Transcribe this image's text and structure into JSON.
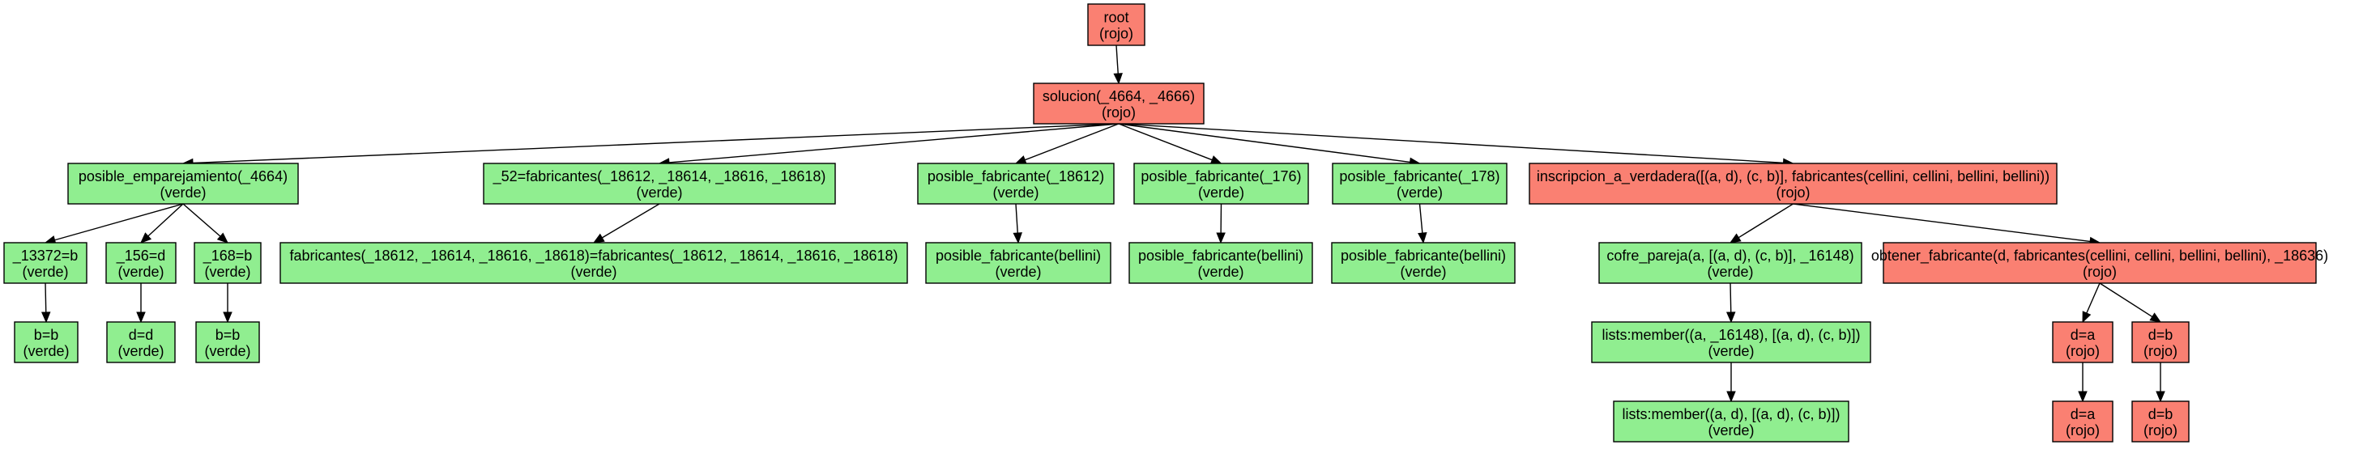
{
  "colors": {
    "rojo": "#fa8072",
    "verde": "#90ee90",
    "stroke": "#000000"
  },
  "nodes": [
    {
      "id": "root",
      "label": "root",
      "state": "(rojo)"
    },
    {
      "id": "solucion",
      "label": "solucion(_4664, _4666)",
      "state": "(rojo)"
    },
    {
      "id": "pos_emp",
      "label": "posible_emparejamiento(_4664)",
      "state": "(verde)"
    },
    {
      "id": "fab52",
      "label": "_52=fabricantes(_18612, _18614, _18616, _18618)",
      "state": "(verde)"
    },
    {
      "id": "pf18612",
      "label": "posible_fabricante(_18612)",
      "state": "(verde)"
    },
    {
      "id": "pf176",
      "label": "posible_fabricante(_176)",
      "state": "(verde)"
    },
    {
      "id": "pf178",
      "label": "posible_fabricante(_178)",
      "state": "(verde)"
    },
    {
      "id": "inscr",
      "label": "inscripcion_a_verdadera([(a, d), (c, b)], fabricantes(cellini, cellini, bellini, bellini))",
      "state": "(rojo)"
    },
    {
      "id": "u13372",
      "label": "_13372=b",
      "state": "(verde)"
    },
    {
      "id": "u156",
      "label": "_156=d",
      "state": "(verde)"
    },
    {
      "id": "u168",
      "label": "_168=b",
      "state": "(verde)"
    },
    {
      "id": "bb1",
      "label": "b=b",
      "state": "(verde)"
    },
    {
      "id": "dd1",
      "label": "d=d",
      "state": "(verde)"
    },
    {
      "id": "bb2",
      "label": "b=b",
      "state": "(verde)"
    },
    {
      "id": "fabeq",
      "label": "fabricantes(_18612, _18614, _18616, _18618)=fabricantes(_18612, _18614, _18616, _18618)",
      "state": "(verde)"
    },
    {
      "id": "pfb1",
      "label": "posible_fabricante(bellini)",
      "state": "(verde)"
    },
    {
      "id": "pfb2",
      "label": "posible_fabricante(bellini)",
      "state": "(verde)"
    },
    {
      "id": "pfb3",
      "label": "posible_fabricante(bellini)",
      "state": "(verde)"
    },
    {
      "id": "cofre",
      "label": "cofre_pareja(a, [(a, d), (c, b)], _16148)",
      "state": "(verde)"
    },
    {
      "id": "obtener",
      "label": "obtener_fabricante(d, fabricantes(cellini, cellini, bellini, bellini), _18636)",
      "state": "(rojo)"
    },
    {
      "id": "member1",
      "label": "lists:member((a, _16148), [(a, d), (c, b)])",
      "state": "(verde)"
    },
    {
      "id": "member2",
      "label": "lists:member((a, d), [(a, d), (c, b)])",
      "state": "(verde)"
    },
    {
      "id": "da1",
      "label": "d=a",
      "state": "(rojo)"
    },
    {
      "id": "db1",
      "label": "d=b",
      "state": "(rojo)"
    },
    {
      "id": "da2",
      "label": "d=a",
      "state": "(rojo)"
    },
    {
      "id": "db2",
      "label": "d=b",
      "state": "(rojo)"
    }
  ],
  "edges": [
    [
      "root",
      "solucion"
    ],
    [
      "solucion",
      "pos_emp"
    ],
    [
      "solucion",
      "fab52"
    ],
    [
      "solucion",
      "pf18612"
    ],
    [
      "solucion",
      "pf176"
    ],
    [
      "solucion",
      "pf178"
    ],
    [
      "solucion",
      "inscr"
    ],
    [
      "pos_emp",
      "u13372"
    ],
    [
      "pos_emp",
      "u156"
    ],
    [
      "pos_emp",
      "u168"
    ],
    [
      "u13372",
      "bb1"
    ],
    [
      "u156",
      "dd1"
    ],
    [
      "u168",
      "bb2"
    ],
    [
      "fab52",
      "fabeq"
    ],
    [
      "pf18612",
      "pfb1"
    ],
    [
      "pf176",
      "pfb2"
    ],
    [
      "pf178",
      "pfb3"
    ],
    [
      "inscr",
      "cofre"
    ],
    [
      "inscr",
      "obtener"
    ],
    [
      "cofre",
      "member1"
    ],
    [
      "member1",
      "member2"
    ],
    [
      "obtener",
      "da1"
    ],
    [
      "obtener",
      "db1"
    ],
    [
      "da1",
      "da2"
    ],
    [
      "db1",
      "db2"
    ]
  ]
}
